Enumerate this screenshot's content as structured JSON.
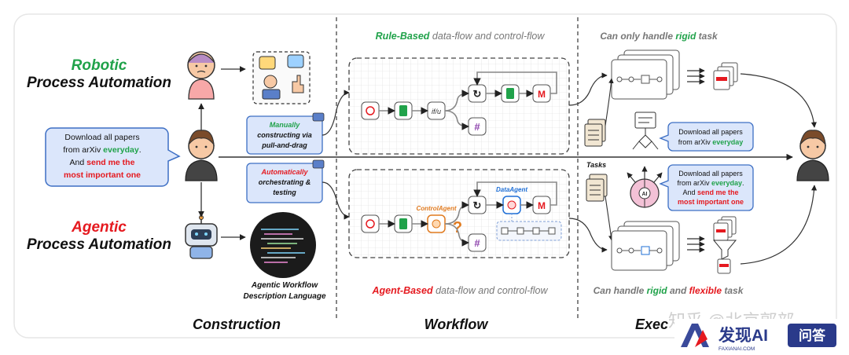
{
  "colors": {
    "green": "#20a24a",
    "red": "#e5191f",
    "blue": "#1f6fd6",
    "gray": "#7a7a7a",
    "bubble_fill": "#dbe6fb",
    "bubble_stroke": "#3d6fc4",
    "orange": "#e07a1f"
  },
  "left": {
    "rpa_line1": "Robotic",
    "rpa_line2": "Process Automation",
    "apa_line1": "Agentic",
    "apa_line2": "Process Automation",
    "request_lines": [
      "Download all papers",
      "from arXiv ",
      "everyday",
      ".",
      "And ",
      "send me the",
      "most important one"
    ],
    "manual_lines": [
      "Manually",
      "constructing via",
      "pull-and-drag"
    ],
    "auto_lines": [
      "Automatically",
      "orchestrating &",
      "testing"
    ],
    "awdl_lines": [
      "Agentic Workflow",
      "Description Language"
    ]
  },
  "middle": {
    "rule_highlight": "Rule-Based",
    "rule_rest": " data-flow and control-flow",
    "agent_highlight": "Agent-Based",
    "agent_rest": " data-flow and control-flow",
    "control_agent": "ControlAgent",
    "data_agent": "DataAgent",
    "ifu": "if/u"
  },
  "right": {
    "rigid_prefix": "Can only handle ",
    "rigid_word": "rigid",
    "rigid_suffix": " task",
    "flex_prefix": "Can handle ",
    "flex_word1": "rigid",
    "flex_mid": " and ",
    "flex_word2": "flexible",
    "flex_suffix": " task",
    "tasks_label": "Tasks",
    "bubble1_lines": [
      "Download all papers",
      "from arXiv ",
      "everyday"
    ],
    "bubble2_lines": [
      "Download all papers",
      "from arXiv ",
      "everyday",
      ".",
      "And ",
      "send me the",
      "most important one"
    ]
  },
  "footer": {
    "construction": "Construction",
    "workflow": "Workflow",
    "execution_partial": "Exec",
    "watermark_zhihu": "知乎 @北京郭部",
    "logo_text": "发现AI",
    "logo_domain": "FAXIANAI.COM",
    "ask_button": "问答"
  }
}
